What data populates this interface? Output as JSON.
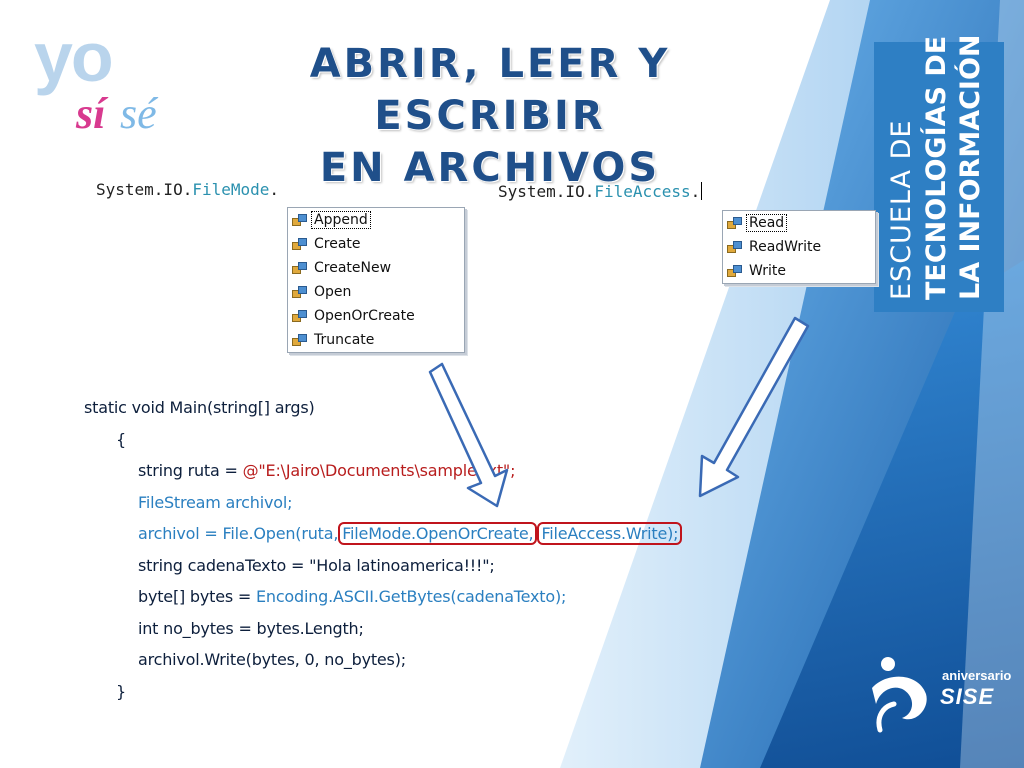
{
  "slide": {
    "title_line1": "ABRIR, LEER Y ESCRIBIR",
    "title_line2": "EN ARCHIVOS"
  },
  "logo": {
    "yo": "yo",
    "si": "sí",
    "se": "sé"
  },
  "school": {
    "line1": "ESCUELA DE",
    "line2": "TECNOLOGÍAS DE",
    "line3": "LA INFORMACIÓN"
  },
  "filemode": {
    "prefix": "System.IO.",
    "class": "FileMode",
    "dot": ".",
    "items": [
      "Append",
      "Create",
      "CreateNew",
      "Open",
      "OpenOrCreate",
      "Truncate"
    ],
    "selected": "Append"
  },
  "fileaccess": {
    "prefix": "System.IO.",
    "class": "FileAccess",
    "dot": ".",
    "items": [
      "Read",
      "ReadWrite",
      "Write"
    ],
    "selected": "Read"
  },
  "code": {
    "line1": "static void Main(string[] args)",
    "open_brace": "{",
    "line3_a": "string ruta = ",
    "line3_b": "@\"E:\\Jairo\\Documents\\sample.txt\";",
    "line4": "FileStream archivol;",
    "line5_a": "archivol = File.Open(ruta,",
    "line5_b": "FileMode.OpenOrCreate,",
    "line5_c": "FileAccess.Write);",
    "line6_a": "string cadenaTexto = ",
    "line6_b": "\"Hola latinoamerica!!!\";",
    "line7_a": "byte[] bytes = ",
    "line7_b": "Encoding.ASCII.GetBytes(cadenaTexto);",
    "line8": "int no_bytes = bytes.Length;",
    "line9": "archivol.Write(bytes, 0, no_bytes);",
    "close_brace": "}"
  },
  "anniversary": {
    "label": "aniversario",
    "brand": "SISE"
  },
  "colors": {
    "title": "#1f4f8a",
    "accent_blue": "#2e7fc4",
    "type_blue": "#2b91af",
    "highlight_red": "#c0141c",
    "string_red": "#b81d1d"
  },
  "icons": {
    "list_item": "enum-member-icon",
    "arrow": "down-arrow-icon",
    "anniversary": "aniversario-logo-icon"
  }
}
